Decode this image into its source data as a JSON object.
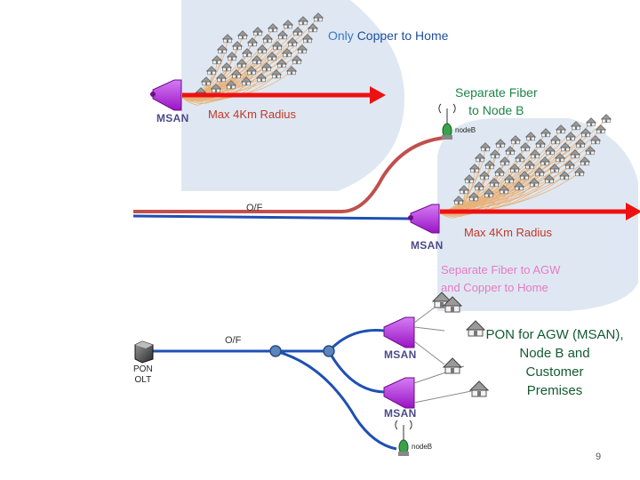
{
  "top": {
    "headline_prefix": "Only",
    "headline_rest": "Copper to Home",
    "msan_label": "MSAN",
    "radius_label": "Max 4Km Radius"
  },
  "middle": {
    "fiber_to_nodeb": [
      "Separate Fiber",
      "to Node B"
    ],
    "nodeb_tag": "nodeB",
    "of_label": "O/F",
    "msan_label": "MSAN",
    "radius_label": "Max 4Km Radius",
    "fiber_agw": [
      "Separate Fiber to AGW",
      "and Copper to Home"
    ]
  },
  "bottom": {
    "pon_olt": [
      "PON",
      "OLT"
    ],
    "of_label": "O/F",
    "msan_label_1": "MSAN",
    "msan_label_2": "MSAN",
    "pon_description": [
      "PON for AGW (MSAN),",
      "Node B and",
      "Customer",
      "Premises"
    ],
    "nodeb_tag": "nodeB"
  },
  "page_number": "9",
  "colors": {
    "coverage_area": "#dfe8f2",
    "copper_line": "#c0504d",
    "fiber_line": "#1f4fb4",
    "radius_arrow": "#ee1111",
    "msan_device": "#b01fd8",
    "nodeb_tower": "#3aa24a",
    "splitter_node": "#5a86c0"
  }
}
